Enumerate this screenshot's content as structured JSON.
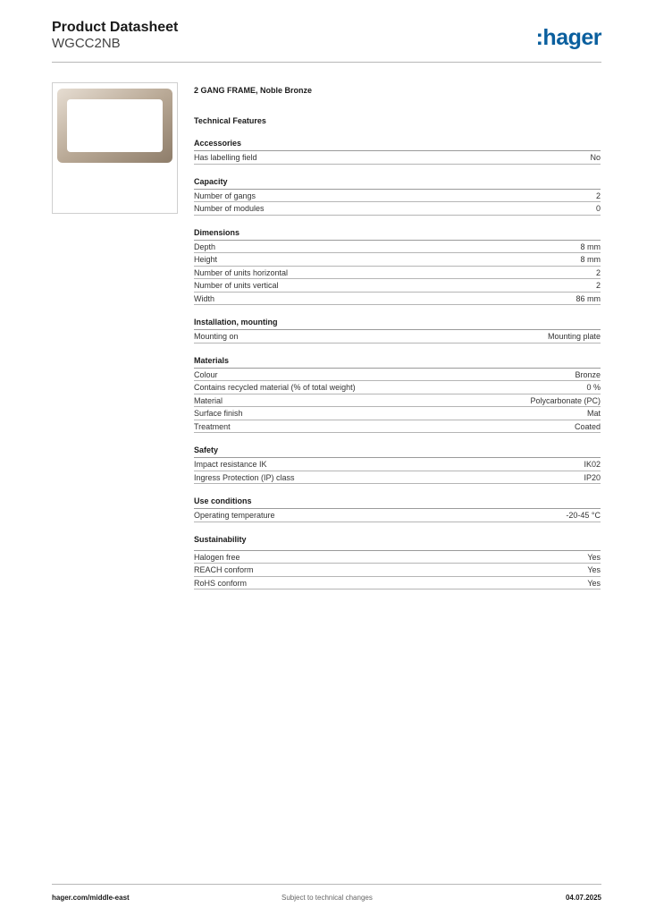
{
  "header": {
    "title": "Product Datasheet",
    "subtitle": "WGCC2NB",
    "logo": ":hager",
    "logo_color": "#0a5f9e"
  },
  "product": {
    "name": "2 GANG FRAME, Noble Bronze",
    "image_icon": "bronze-frame-image"
  },
  "technical_features": "Technical Features",
  "sections": [
    {
      "title": "Accessories",
      "rows": [
        [
          "Has labelling field",
          "No"
        ]
      ]
    },
    {
      "title": "Capacity",
      "rows": [
        [
          "Number of gangs",
          "2"
        ],
        [
          "Number of modules",
          "0"
        ]
      ]
    },
    {
      "title": "Dimensions",
      "rows": [
        [
          "Depth",
          "8 mm"
        ],
        [
          "Height",
          "8 mm"
        ],
        [
          "Number of units horizontal",
          "2"
        ],
        [
          "Number of units vertical",
          "2"
        ],
        [
          "Width",
          "86 mm"
        ]
      ]
    },
    {
      "title": "Installation, mounting",
      "rows": [
        [
          "Mounting on",
          "Mounting plate"
        ]
      ]
    },
    {
      "title": "Materials",
      "rows": [
        [
          "Colour",
          "Bronze"
        ],
        [
          "Contains recycled material (% of total weight)",
          "0 %"
        ],
        [
          "Material",
          "Polycarbonate (PC)"
        ],
        [
          "Surface finish",
          "Mat"
        ],
        [
          "Treatment",
          "Coated"
        ]
      ]
    },
    {
      "title": "Safety",
      "rows": [
        [
          "Impact resistance IK",
          "IK02"
        ],
        [
          "Ingress Protection (IP) class",
          "IP20"
        ]
      ]
    },
    {
      "title": "Use conditions",
      "rows": [
        [
          "Operating temperature",
          "-20-45 °C"
        ]
      ]
    },
    {
      "title": "Sustainability",
      "rows": [
        [
          "Halogen free",
          "Yes"
        ],
        [
          "REACH conform",
          "Yes"
        ],
        [
          "RoHS conform",
          "Yes"
        ]
      ]
    }
  ],
  "footer": {
    "left": "hager.com/middle-east",
    "middle": "Subject to technical changes",
    "right": "04.07.2025"
  }
}
